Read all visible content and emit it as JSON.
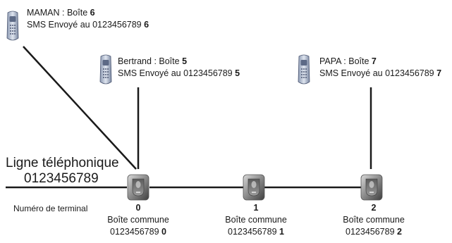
{
  "phone_line": {
    "label": "Ligne téléphonique",
    "number": "0123456789"
  },
  "terminal_number_caption": "Numéro de terminal",
  "boxes": [
    {
      "terminal": "0",
      "label": "Boîte commune",
      "number": "0123456789",
      "suffix": "0"
    },
    {
      "terminal": "1",
      "label": "Boîte commune",
      "number": "0123456789",
      "suffix": "1"
    },
    {
      "terminal": "2",
      "label": "Boîte commune",
      "number": "0123456789",
      "suffix": "2"
    }
  ],
  "phones": [
    {
      "name": "MAMAN",
      "box_label": ": Boîte",
      "box_num": "6",
      "sms_label": "SMS Envoyé au 0123456789",
      "sms_num": "6"
    },
    {
      "name": "Bertrand",
      "box_label": ": Boîte",
      "box_num": "5",
      "sms_label": "SMS Envoyé au 0123456789",
      "sms_num": "5"
    },
    {
      "name": "PAPA",
      "box_label": ": Boîte",
      "box_num": "7",
      "sms_label": "SMS Envoyé au 0123456789",
      "sms_num": "7"
    }
  ],
  "colors": {
    "line": "#1a1a1a",
    "terminal_body": "#8a8a8a",
    "phone_body": "#b8c4d8"
  }
}
